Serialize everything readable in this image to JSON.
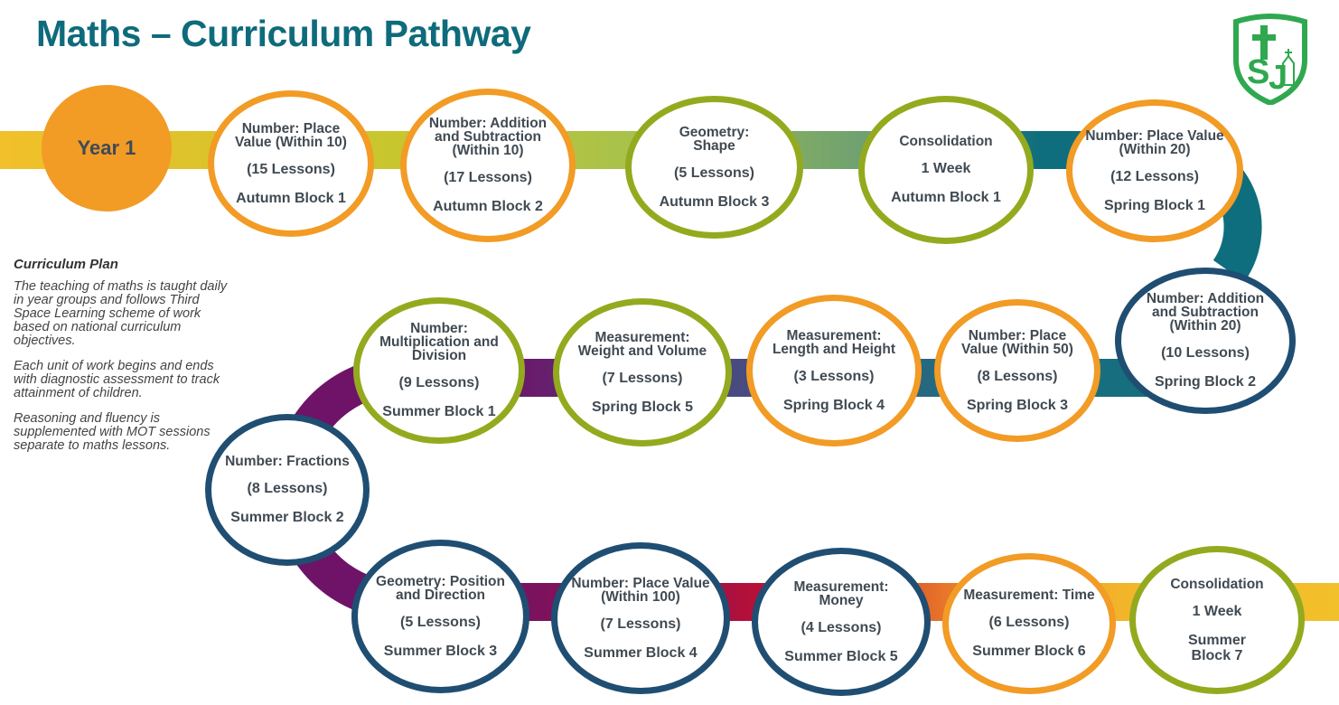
{
  "title": "Maths – Curriculum Pathway",
  "year": "Year 1",
  "curriculum_plan": {
    "heading": "Curriculum Plan",
    "paragraphs": [
      "The teaching of maths is taught daily in year groups and follows Third Space Learning scheme of work based on national curriculum objectives.",
      "Each unit of work begins and ends with diagnostic assessment to track attainment of children.",
      "Reasoning and fluency is supplemented with MOT sessions separate to maths lessons."
    ]
  },
  "colors": {
    "orange": "#f29b25",
    "green": "#94aa1e",
    "blue": "#1f4e72",
    "title": "#0e6b7c",
    "purple": "#6e1367",
    "red": "#c8102e",
    "teal": "#0f6e7d"
  },
  "logo": {
    "text": "SJ",
    "icon": "school-crest-icon"
  },
  "units": [
    {
      "title": "Number: Place Value (Within 10)",
      "lessons": "(15 Lessons)",
      "block": "Autumn Block 1"
    },
    {
      "title": "Number: Addition and Subtraction (Within 10)",
      "lessons": "(17 Lessons)",
      "block": "Autumn Block 2"
    },
    {
      "title": "Geometry: Shape",
      "lessons": "(5 Lessons)",
      "block": "Autumn Block 3"
    },
    {
      "title": "Consolidation",
      "lessons": "1 Week",
      "block": "Autumn Block 1"
    },
    {
      "title": "Number: Place Value (Within 20)",
      "lessons": "(12 Lessons)",
      "block": "Spring Block 1"
    },
    {
      "title": "Number: Addition and Subtraction (Within 20)",
      "lessons": "(10 Lessons)",
      "block": "Spring Block 2"
    },
    {
      "title": "Number: Place Value (Within 50)",
      "lessons": "(8 Lessons)",
      "block": "Spring Block 3"
    },
    {
      "title": "Measurement: Length and Height",
      "lessons": "(3 Lessons)",
      "block": "Spring Block 4"
    },
    {
      "title": "Measurement: Weight and Volume",
      "lessons": "(7 Lessons)",
      "block": "Spring Block 5"
    },
    {
      "title": "Number: Multiplication and Division",
      "lessons": "(9 Lessons)",
      "block": "Summer Block 1"
    },
    {
      "title": "Number: Fractions",
      "lessons": "(8 Lessons)",
      "block": "Summer Block 2"
    },
    {
      "title": "Geometry: Position and Direction",
      "lessons": "(5 Lessons)",
      "block": "Summer Block 3"
    },
    {
      "title": "Number: Place Value (Within 100)",
      "lessons": "(7 Lessons)",
      "block": "Summer Block 4"
    },
    {
      "title": "Measurement: Money",
      "lessons": "(4 Lessons)",
      "block": "Summer Block 5"
    },
    {
      "title": "Measurement: Time",
      "lessons": "(6 Lessons)",
      "block": "Summer Block 6"
    },
    {
      "title": "Consolidation",
      "lessons": "1 Week",
      "block": "Summer Block 7"
    }
  ]
}
